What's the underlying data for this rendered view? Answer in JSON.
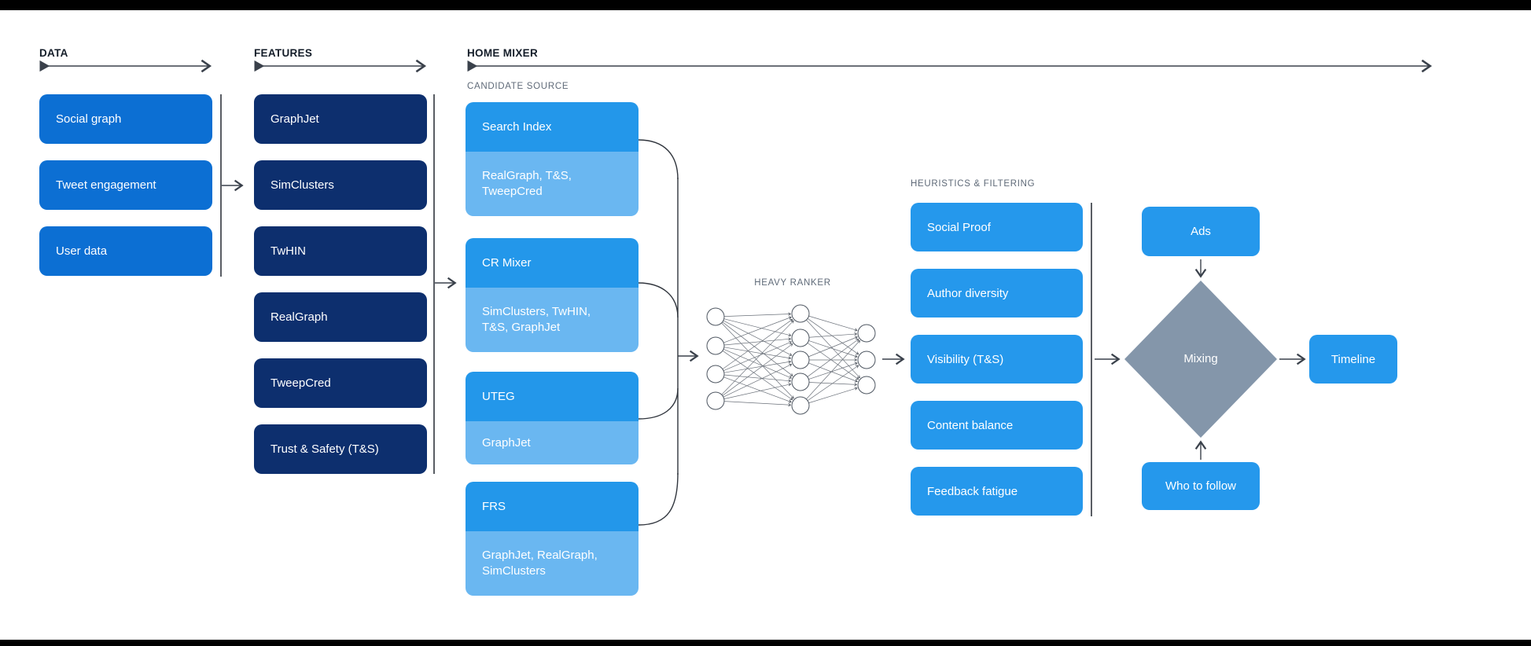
{
  "sections": {
    "data": {
      "label": "DATA",
      "items": [
        "Social graph",
        "Tweet engagement",
        "User data"
      ]
    },
    "features": {
      "label": "FEATURES",
      "items": [
        "GraphJet",
        "SimClusters",
        "TwHIN",
        "RealGraph",
        "TweepCred",
        "Trust & Safety (T&S)"
      ]
    },
    "home_mixer": {
      "label": "HOME MIXER",
      "candidate_source": {
        "label": "CANDIDATE SOURCE",
        "items": [
          {
            "name": "Search Index",
            "sources": "RealGraph, T&S, TweepCred"
          },
          {
            "name": "CR Mixer",
            "sources": "SimClusters, TwHIN, T&S, GraphJet"
          },
          {
            "name": "UTEG",
            "sources": "GraphJet"
          },
          {
            "name": "FRS",
            "sources": "GraphJet, RealGraph, SimClusters"
          }
        ]
      },
      "heavy_ranker": {
        "label": "HEAVY RANKER"
      },
      "heuristics": {
        "label": "HEURISTICS & FILTERING",
        "items": [
          "Social Proof",
          "Author diversity",
          "Visibility (T&S)",
          "Content balance",
          "Feedback fatigue"
        ]
      },
      "ads": {
        "label": "Ads"
      },
      "who_to_follow": {
        "label": "Who to follow"
      },
      "mixing": {
        "label": "Mixing"
      },
      "timeline": {
        "label": "Timeline"
      }
    }
  },
  "colors": {
    "data_box": "#0c6fd3",
    "feature_box": "#0d2f6e",
    "candidate_header": "#2397ea",
    "candidate_sub": "#6ab7f1",
    "filter_box": "#2598ec",
    "mixing_diamond": "#8496aa",
    "top_bottom_bars": "#000000"
  }
}
